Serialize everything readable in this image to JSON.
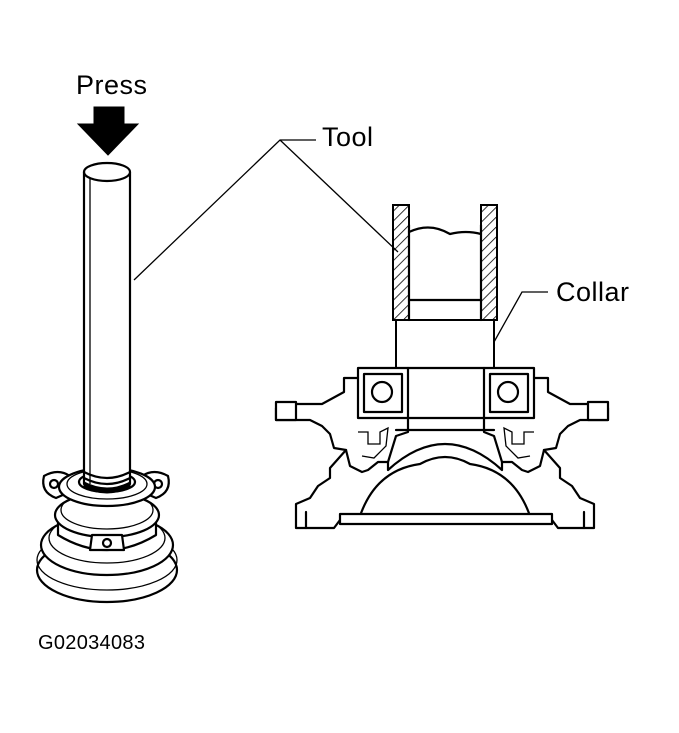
{
  "labels": {
    "press": "Press",
    "tool": "Tool",
    "collar": "Collar",
    "figure_id": "G02034083"
  },
  "colors": {
    "ink": "#000000",
    "paper": "#ffffff"
  }
}
